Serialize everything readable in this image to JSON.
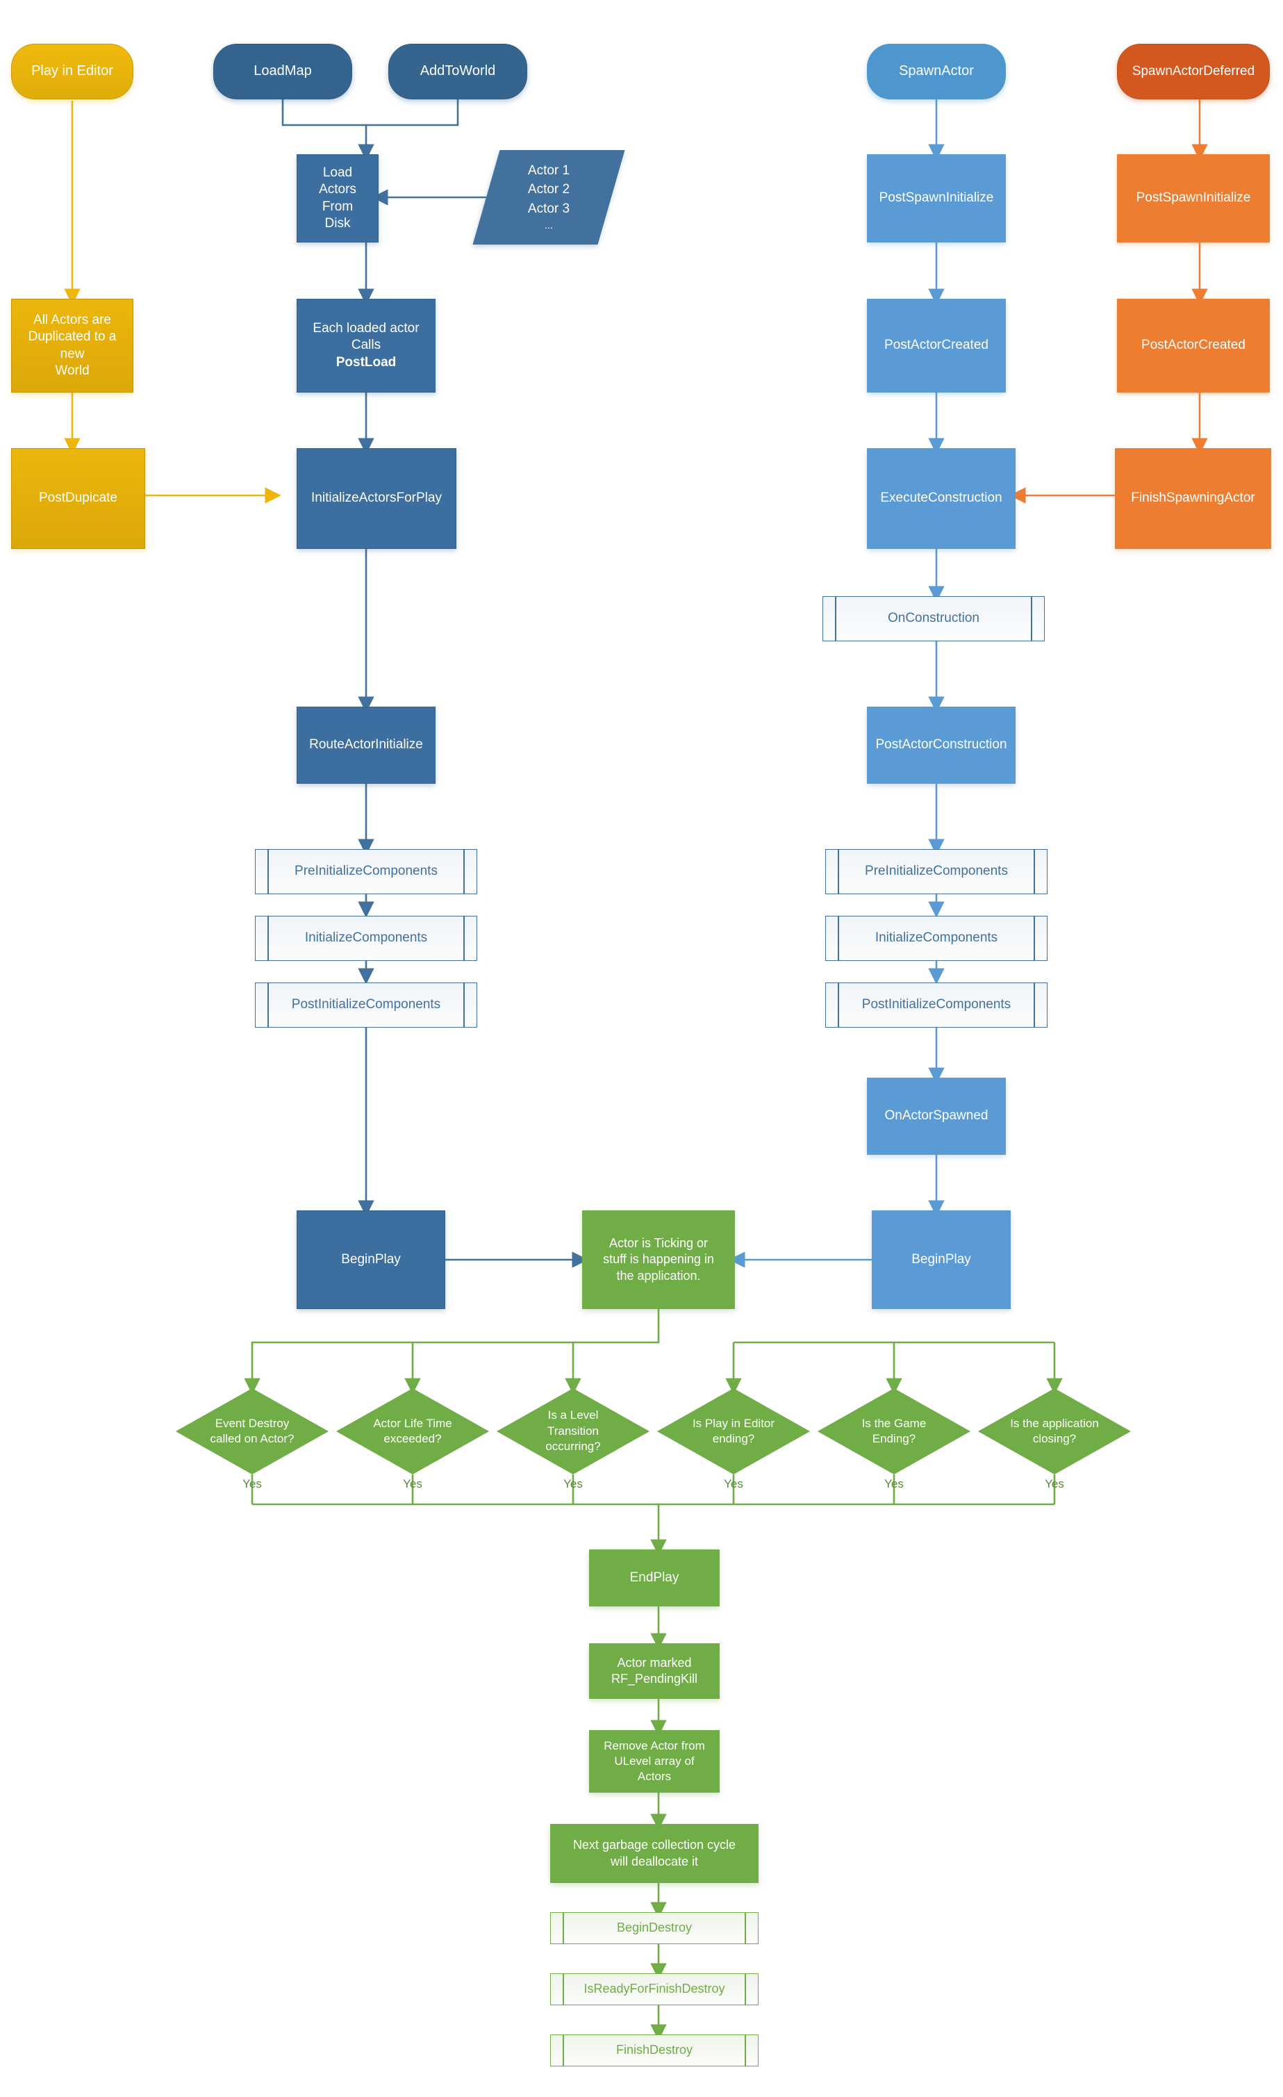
{
  "diagram": {
    "title": "Unreal Engine Actor Lifecycle Flowchart",
    "colors": {
      "dark_blue": "#3C6E9F",
      "light_blue": "#5B9BD5",
      "orange": "#ED7D31",
      "gold": "#E8B50C",
      "green": "#70AD47",
      "subprocess_border_blue": "#41719C",
      "subprocess_border_green": "#70AD47",
      "background": "#FFFFFF"
    },
    "lanes": [
      {
        "name": "play-in-editor-lane",
        "accent": "#E8B50C"
      },
      {
        "name": "loadmap-lane",
        "accent": "#3C6E9F"
      },
      {
        "name": "spawnactor-lane",
        "accent": "#5B9BD5"
      },
      {
        "name": "spawnactordeferred-lane",
        "accent": "#ED7D31"
      },
      {
        "name": "lifecycle-end-lane",
        "accent": "#70AD47"
      }
    ]
  },
  "nodes": {
    "play_in_editor": "Play in Editor",
    "load_map": "LoadMap",
    "add_to_world": "AddToWorld",
    "spawn_actor": "SpawnActor",
    "spawn_actor_deferred": "SpawnActorDeferred",
    "load_actors_from_disk_l1": "Load Actors From",
    "load_actors_from_disk_l2": "Disk",
    "actor_list_1": "Actor 1",
    "actor_list_2": "Actor 2",
    "actor_list_3": "Actor 3",
    "actor_list_4": "...",
    "all_actors_duplicated_l1": "All Actors are",
    "all_actors_duplicated_l2": "Duplicated to a new",
    "all_actors_duplicated_l3": "World",
    "each_loaded_actor_l1": "Each loaded actor",
    "each_loaded_actor_l2a": "Calls ",
    "each_loaded_actor_l2b": "PostLoad",
    "post_spawn_initialize_blue": "PostSpawnInitialize",
    "post_spawn_initialize_orange": "PostSpawnInitialize",
    "post_actor_created_blue": "PostActorCreated",
    "post_actor_created_orange": "PostActorCreated",
    "post_duplicate": "PostDupicate",
    "initialize_actors_for_play": "InitializeActorsForPlay",
    "execute_construction": "ExecuteConstruction",
    "finish_spawning_actor": "FinishSpawningActor",
    "on_construction": "OnConstruction",
    "post_actor_construction": "PostActorConstruction",
    "route_actor_initialize": "RouteActorInitialize",
    "pre_initialize_components_left": "PreInitializeComponents",
    "initialize_components_left": "InitializeComponents",
    "post_initialize_components_left": "PostInitializeComponents",
    "pre_initialize_components_right": "PreInitializeComponents",
    "initialize_components_right": "InitializeComponents",
    "post_initialize_components_right": "PostInitializeComponents",
    "on_actor_spawned": "OnActorSpawned",
    "begin_play_left": "BeginPlay",
    "begin_play_right": "BeginPlay",
    "actor_ticking_l1": "Actor is Ticking or",
    "actor_ticking_l2": "stuff is happening in",
    "actor_ticking_l3": "the application.",
    "end_play": "EndPlay",
    "actor_marked_l1": "Actor marked",
    "actor_marked_l2": "RF_PendingKill",
    "remove_actor_l1": "Remove Actor from",
    "remove_actor_l2": "ULevel array of",
    "remove_actor_l3": "Actors",
    "next_gc_l1": "Next garbage collection cycle",
    "next_gc_l2": "will deallocate it",
    "begin_destroy": "BeginDestroy",
    "is_ready_for_finish_destroy": "IsReadyForFinishDestroy",
    "finish_destroy": "FinishDestroy"
  },
  "decisions": [
    {
      "id": "event-destroy",
      "line1": "Event Destroy",
      "line2": "called on Actor?",
      "line3": "",
      "yes": "Yes"
    },
    {
      "id": "actor-life-time",
      "line1": "Actor Life Time",
      "line2": "exceeded?",
      "line3": "",
      "yes": "Yes"
    },
    {
      "id": "level-transition",
      "line1": "Is a Level",
      "line2": "Transition",
      "line3": "occurring?",
      "yes": "Yes"
    },
    {
      "id": "play-in-editor-ending",
      "line1": "Is Play in Editor",
      "line2": "ending?",
      "line3": "",
      "yes": "Yes"
    },
    {
      "id": "game-ending",
      "line1": "Is the Game",
      "line2": "Ending?",
      "line3": "",
      "yes": "Yes"
    },
    {
      "id": "application-closing",
      "line1": "Is the application",
      "line2": "closing?",
      "line3": "",
      "yes": "Yes"
    }
  ]
}
